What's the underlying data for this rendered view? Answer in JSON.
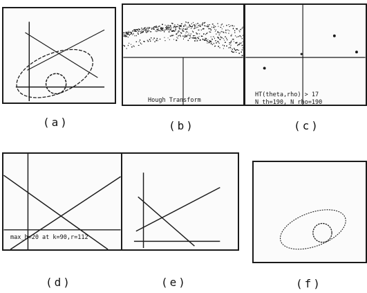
{
  "labels": {
    "a": "(a)",
    "b": "(b)",
    "c": "(c)",
    "d": "(d)",
    "e": "(e)",
    "f": "(f)"
  },
  "captions": {
    "b": "Hough Transform",
    "c_line1": "HT(theta,rho) > 17",
    "c_line2": "N th=190, N rho=190",
    "d": "max_h=20 at k=90,r=112"
  },
  "colors": {
    "ink": "#1a1a1a",
    "background": "#fbfbfb"
  }
}
